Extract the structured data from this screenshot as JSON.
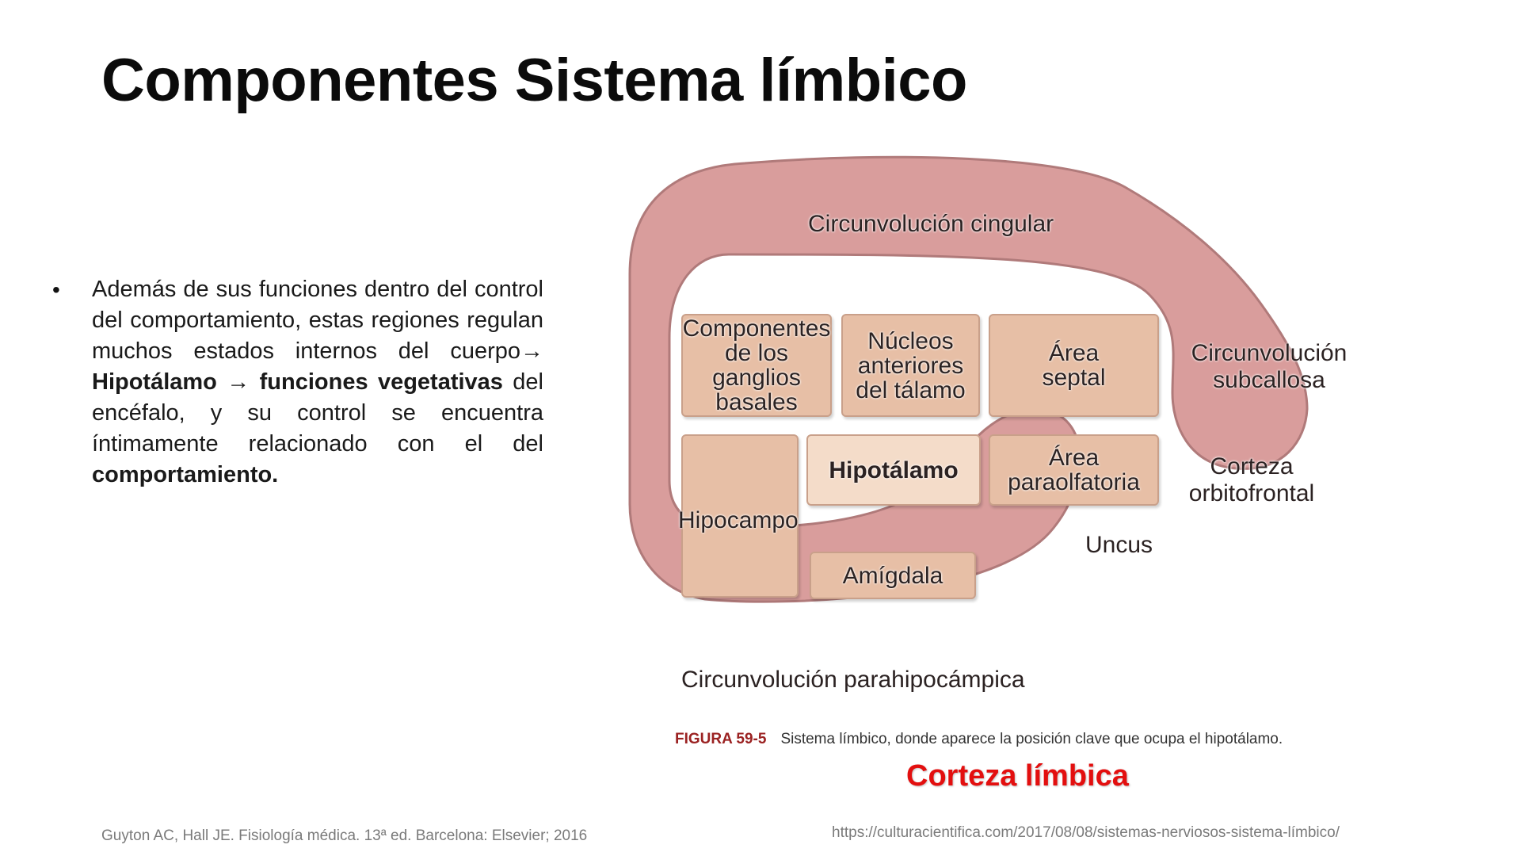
{
  "slide": {
    "title": "Componentes Sistema límbico"
  },
  "bullet": {
    "part1": "Además de sus funciones dentro del control del comportamiento, estas regiones regulan muchos estados internos del cuerpo",
    "arrow1": "→ ",
    "bold1": "Hipotálamo",
    "arrow2": " → ",
    "bold2": "funciones vegetativas",
    "part2": " del encéfalo, y su control se encuentra íntimamente relacionado con el del ",
    "bold3": "comportamiento."
  },
  "diagram": {
    "outer_labels": {
      "cingulate": "Circunvolución cingular",
      "subcallosal": "Circunvolución subcallosa",
      "orbitofrontal": "Corteza orbitofrontal",
      "uncus": "Uncus",
      "parahippocampal": "Circunvolución parahipocámpica"
    },
    "boxes": {
      "basal_ganglia": "Componentes de los ganglios basales",
      "thalamus_nuclei": "Núcleos anteriores del tálamo",
      "septal": "Área septal",
      "hypothalamus": "Hipotálamo",
      "paraolfactory": "Área paraolfatoria",
      "hippocampus": "Hipocampo",
      "amygdala": "Amígdala"
    },
    "colors": {
      "cortex_fill": "#d99d9c",
      "cortex_stroke": "#b07a7a",
      "box_fill": "#e7bfa6",
      "box_light_fill": "#f4dcc9"
    }
  },
  "caption": {
    "figure": "FIGURA 59-5",
    "text": "Sistema límbico, donde aparece la posición clave que ocupa el hipotálamo."
  },
  "highlight": "Corteza límbica",
  "references": {
    "book": "Guyton AC, Hall JE. Fisiología médica. 13ª ed. Barcelona: Elsevier; 2016",
    "url": "https://culturacientifica.com/2017/08/08/sistemas-nerviosos-sistema-límbico/"
  }
}
